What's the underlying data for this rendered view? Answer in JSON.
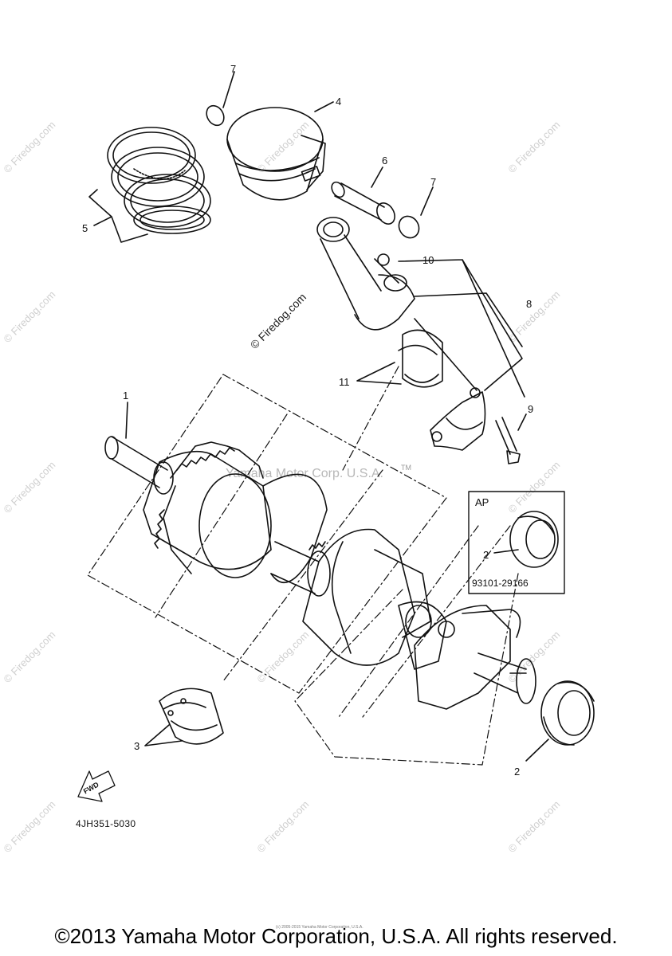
{
  "callouts": {
    "c1": "1",
    "c2a": "2",
    "c2b": "2",
    "c3": "3",
    "c4": "4",
    "c5": "5",
    "c6": "6",
    "c7a": "7",
    "c7b": "7",
    "c8": "8",
    "c9": "9",
    "c10": "10",
    "c11": "11"
  },
  "ap_box": {
    "label": "AP",
    "part_number": "93101-29166"
  },
  "fwd_label": "FWD",
  "part_code": "4JH351-5030",
  "watermarks": {
    "firedog": "© Firedog.com",
    "yamaha_mid": "Yamaha Motor Corp. U.S.A."
  },
  "footer": {
    "tiny": "(c) 2005-2015 Yamaha Motor Corporation, U.S.A.",
    "copyright": "©2013 Yamaha Motor Corporation, U.S.A. All rights reserved."
  },
  "colors": {
    "line": "#111111",
    "watermark": "#cfcfcf"
  }
}
